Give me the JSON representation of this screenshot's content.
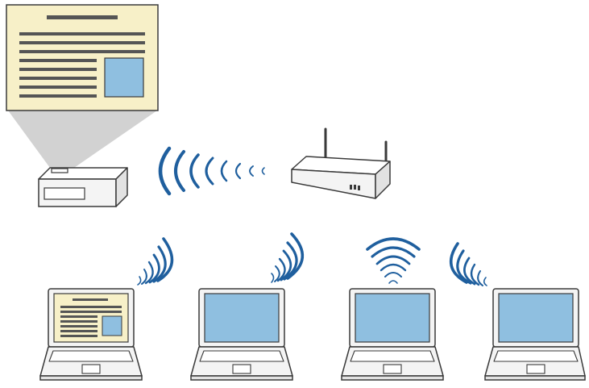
{
  "diagram": {
    "colors": {
      "stroke": "#3a3a3a",
      "device_fill": "#f4f4f4",
      "device_top": "#ffffff",
      "document_paper": "#f7f0c8",
      "document_line": "#555555",
      "document_picture": "#8fbfe0",
      "screen": "#8fbfe0",
      "wifi": "#1f5f9e",
      "projection_beam": "#d2d2d2"
    },
    "projected_image": {
      "icon": "document-with-text-and-picture-icon"
    },
    "projector": {
      "icon": "projector-icon"
    },
    "router": {
      "icon": "wireless-router-icon"
    },
    "laptops": [
      {
        "icon": "laptop-icon",
        "screen_content": "document"
      },
      {
        "icon": "laptop-icon",
        "screen_content": "blank"
      },
      {
        "icon": "laptop-icon",
        "screen_content": "blank"
      },
      {
        "icon": "laptop-icon",
        "screen_content": "blank"
      }
    ],
    "signals": [
      {
        "icon": "wifi-signal-icon",
        "between": "projector-router"
      },
      {
        "icon": "wifi-signal-icon",
        "from": "laptop-1"
      },
      {
        "icon": "wifi-signal-icon",
        "from": "laptop-2"
      },
      {
        "icon": "wifi-signal-icon",
        "from": "laptop-3"
      },
      {
        "icon": "wifi-signal-icon",
        "from": "laptop-4"
      }
    ]
  }
}
